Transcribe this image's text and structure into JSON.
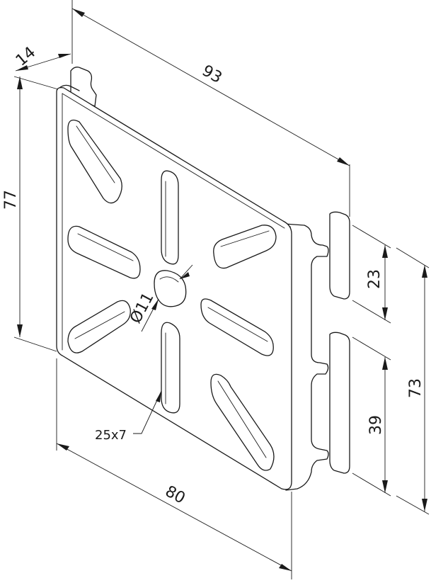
{
  "dimensions": {
    "total_width": "93",
    "depth": "14",
    "height": "77",
    "plate_width": "80",
    "upper_slot": "23",
    "lower_slot": "39",
    "side_height": "73"
  },
  "callouts": {
    "hole_diameter": "Ø11",
    "slot_size": "25x7"
  }
}
